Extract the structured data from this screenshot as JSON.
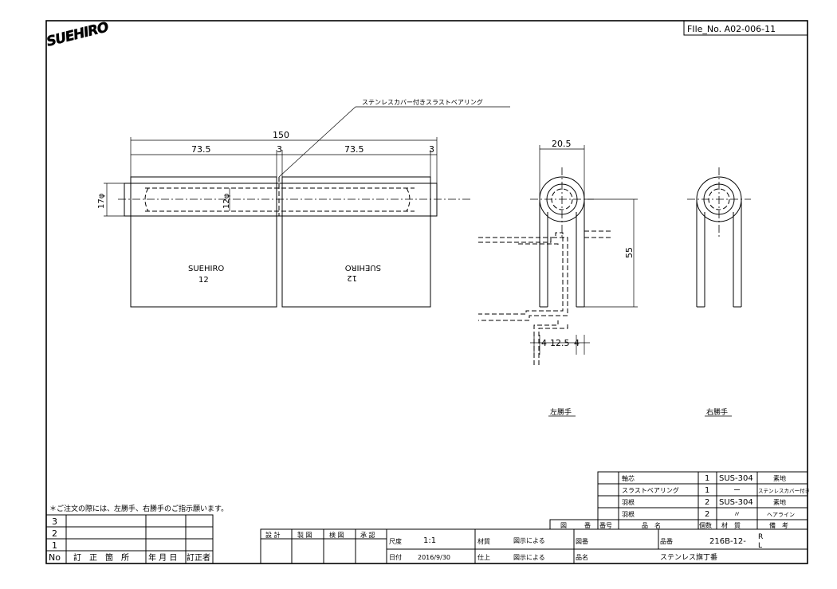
{
  "file_no": "FIle_No.  A02-006-11",
  "logo_text": "SUEHIRO",
  "drawing": {
    "callout": "ステンレスカバー付きスラストベアリング",
    "dim_total": "150",
    "dim_left": "73.5",
    "dim_gap": "3",
    "dim_right": "73.5",
    "dim_end": "3",
    "dim_diameter_outer": "17φ",
    "dim_diameter_inner": "12φ",
    "leaf_left_brand": "SUEHIRO",
    "leaf_left_size": "12",
    "leaf_right_brand": "SUEHIRO",
    "leaf_right_size": "12",
    "dim_side_width": "20.5",
    "dim_side_height": "55",
    "dim_bottom_a": "4",
    "dim_bottom_b": "12.5",
    "dim_bottom_c": "4",
    "label_left_hand": "左勝手",
    "label_right_hand": "右勝手"
  },
  "note": "＊ご注文の際には、左勝手、右勝手のご指示願います。",
  "revision": {
    "rows": [
      "3",
      "2",
      "1"
    ],
    "header": [
      "No",
      "訂　正　箇　所",
      "年 月 日",
      "訂正者"
    ]
  },
  "title_block": {
    "roles": [
      "設 計",
      "製 図",
      "検 図",
      "承 認"
    ],
    "scale_label": "尺度",
    "scale_value": "1:1",
    "date_label": "日付",
    "date_value": "2016/9/30",
    "material_label": "材質",
    "material_value": "図示による",
    "finish_label": "仕上",
    "finish_value": "図示による",
    "drawing_no_label": "図番",
    "part_no_label": "品番",
    "part_no_value": "216B-12-",
    "part_no_suffix_r": "R",
    "part_no_suffix_l": "L",
    "product_label": "品名",
    "product_value": "ステンレス旗丁番"
  },
  "parts_list": {
    "rows": [
      {
        "name": "軸芯",
        "qty": "1",
        "material": "SUS-304",
        "note": "素地"
      },
      {
        "name": "スラストベアリング",
        "qty": "1",
        "material": "ー",
        "note": "ステンレスカバー付き"
      },
      {
        "name": "羽根",
        "qty": "2",
        "material": "SUS-304",
        "note": "素地"
      },
      {
        "name": "羽根",
        "qty": "2",
        "material": "〃",
        "note": "ヘアライン"
      }
    ],
    "header": [
      "図",
      "番",
      "番号",
      "品　名",
      "個数",
      "材　質",
      "備　考"
    ]
  }
}
